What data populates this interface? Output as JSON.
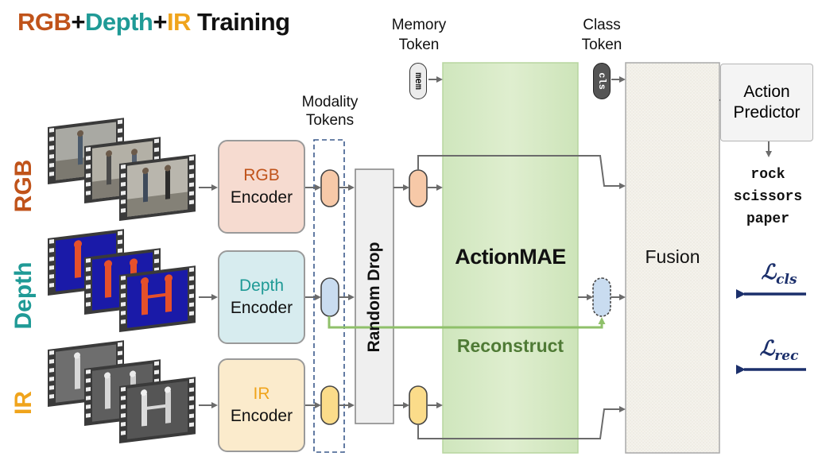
{
  "title": {
    "rgb": "RGB",
    "plus1": "+",
    "depth": "Depth",
    "plus2": "+",
    "ir": "IR",
    "rest": " Training"
  },
  "colors": {
    "rgb": "#c0531a",
    "depth": "#1f9a96",
    "ir": "#f0a41c",
    "dark": "#111111",
    "green_text": "#4f7a35",
    "loss_arrow": "#1b2f6b"
  },
  "modalities": {
    "rgb_label": "RGB",
    "depth_label": "Depth",
    "ir_label": "IR"
  },
  "encoders": [
    {
      "name": "RGB",
      "suffix": "Encoder"
    },
    {
      "name": "Depth",
      "suffix": "Encoder"
    },
    {
      "name": "IR",
      "suffix": "Encoder"
    }
  ],
  "modality_tokens": {
    "line1": "Modality",
    "line2": "Tokens"
  },
  "memory_token": {
    "line1": "Memory",
    "line2": "Token",
    "glyph": "mem"
  },
  "class_token": {
    "line1": "Class",
    "line2": "Token",
    "glyph": "cls"
  },
  "random_drop": "Random Drop",
  "action_mae": "ActionMAE",
  "reconstruct": "Reconstruct",
  "fusion": "Fusion",
  "action_predictor": {
    "line1": "Action",
    "line2": "Predictor"
  },
  "classes": [
    "rock",
    "scissors",
    "paper"
  ],
  "losses": [
    {
      "symbol": "ℒ",
      "sub": "cls"
    },
    {
      "symbol": "ℒ",
      "sub": "rec"
    }
  ]
}
